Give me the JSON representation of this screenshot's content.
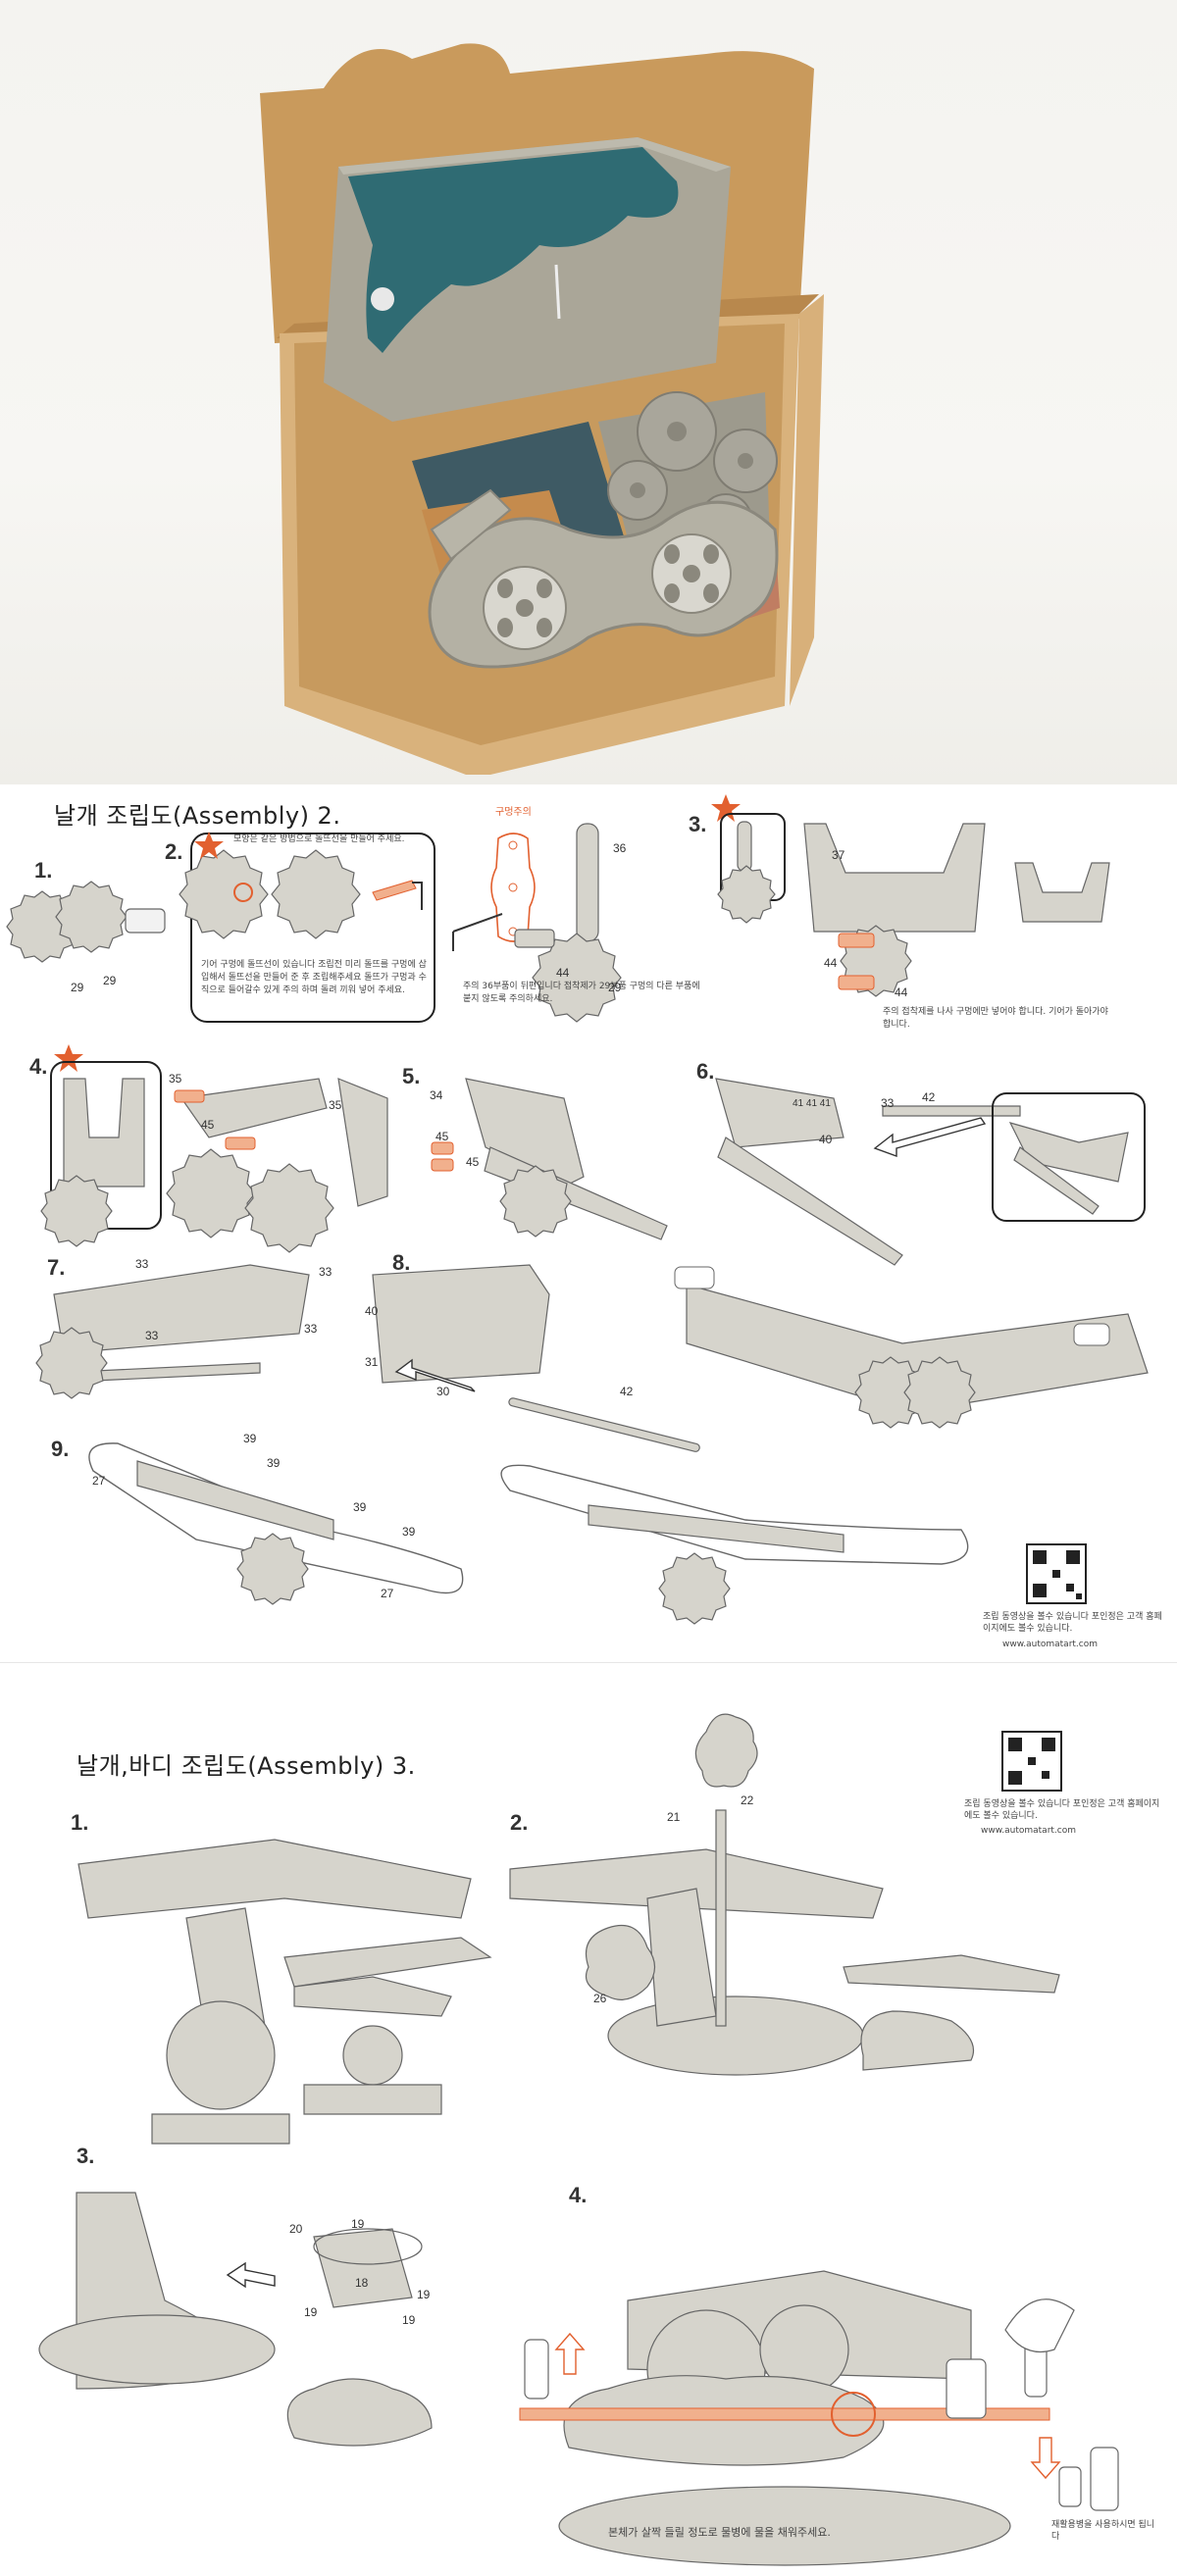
{
  "sheet1": {
    "title": "날개 조립도(Assembly) 2.",
    "steps": [
      "1.",
      "2.",
      "3.",
      "4.",
      "5.",
      "6.",
      "7.",
      "8.",
      "9."
    ],
    "note_step2_top": "모양은 같은 방법으로 돌뜨선을 만들어 주세요.",
    "note_step2_body": "기어 구멍에 돌뜨선이 있습니다 조립전 미리 돌뜨를 구멍에 삽입해서 돌뜨선을 만들어 준 후 조립해주세요 돌뜨가 구멍과 수직으로 들어갈수 있게 주의 하며 돌려 끼워 넣어 주세요.",
    "label_caution": "구멍주의",
    "note_step2_caution": "주의 36부품이 뒤편입니다 접착제가 29부품 구멍의 다른 부품에 붙지 않도록 주의하세요.",
    "note_step3": "주의 접착제를 나사 구멍에만 넣어야 합니다. 기어가 돌아가야 합니다.",
    "parts": {
      "p29a": "29",
      "p29b": "29",
      "p36": "36",
      "p44a": "44",
      "p29c": "29",
      "p37": "37",
      "p44b": "44",
      "p44c": "44",
      "p35a": "35",
      "p45a": "45",
      "p35b": "35",
      "p34": "34",
      "p45b": "45",
      "p45c": "45",
      "p41": "41 41 41",
      "p33a": "33",
      "p42a": "42",
      "p40": "40",
      "p33b": "33",
      "p33c": "33",
      "p33d": "33",
      "p33e": "33",
      "p40b": "40",
      "p31": "31",
      "p30": "30",
      "p42b": "42",
      "p39a": "39",
      "p39b": "39",
      "p39c": "39",
      "p39d": "39",
      "p27a": "27",
      "p27b": "27"
    },
    "qr_note": "조립 동영상을 볼수 있습니다 포인정은 고객 홈페이지에도 볼수 있습니다.",
    "url": "www.automatart.com"
  },
  "sheet2": {
    "title": "날개,바디 조립도(Assembly) 3.",
    "steps": [
      "1.",
      "2.",
      "3.",
      "4."
    ],
    "qr_note": "조립 동영상을 볼수 있습니다 포인정은 고객 홈페이지에도 볼수 있습니다.",
    "url": "www.automatart.com",
    "parts": {
      "p21": "21",
      "p22": "22",
      "p26": "26",
      "p20": "20",
      "p19a": "19",
      "p18": "18",
      "p19b": "19",
      "p19c": "19",
      "p19d": "19"
    },
    "caption_bottom": "본체가 살짝 들릴 정도로 물병에 물을 채워주세요.",
    "caption_bottle": "재활용병을 사용하시면 됩니다"
  },
  "colors": {
    "accent": "#e2602f",
    "cardboard": "#c99a5c",
    "board": "#a8a597",
    "teal": "#2f6b73",
    "line": "#666666"
  }
}
